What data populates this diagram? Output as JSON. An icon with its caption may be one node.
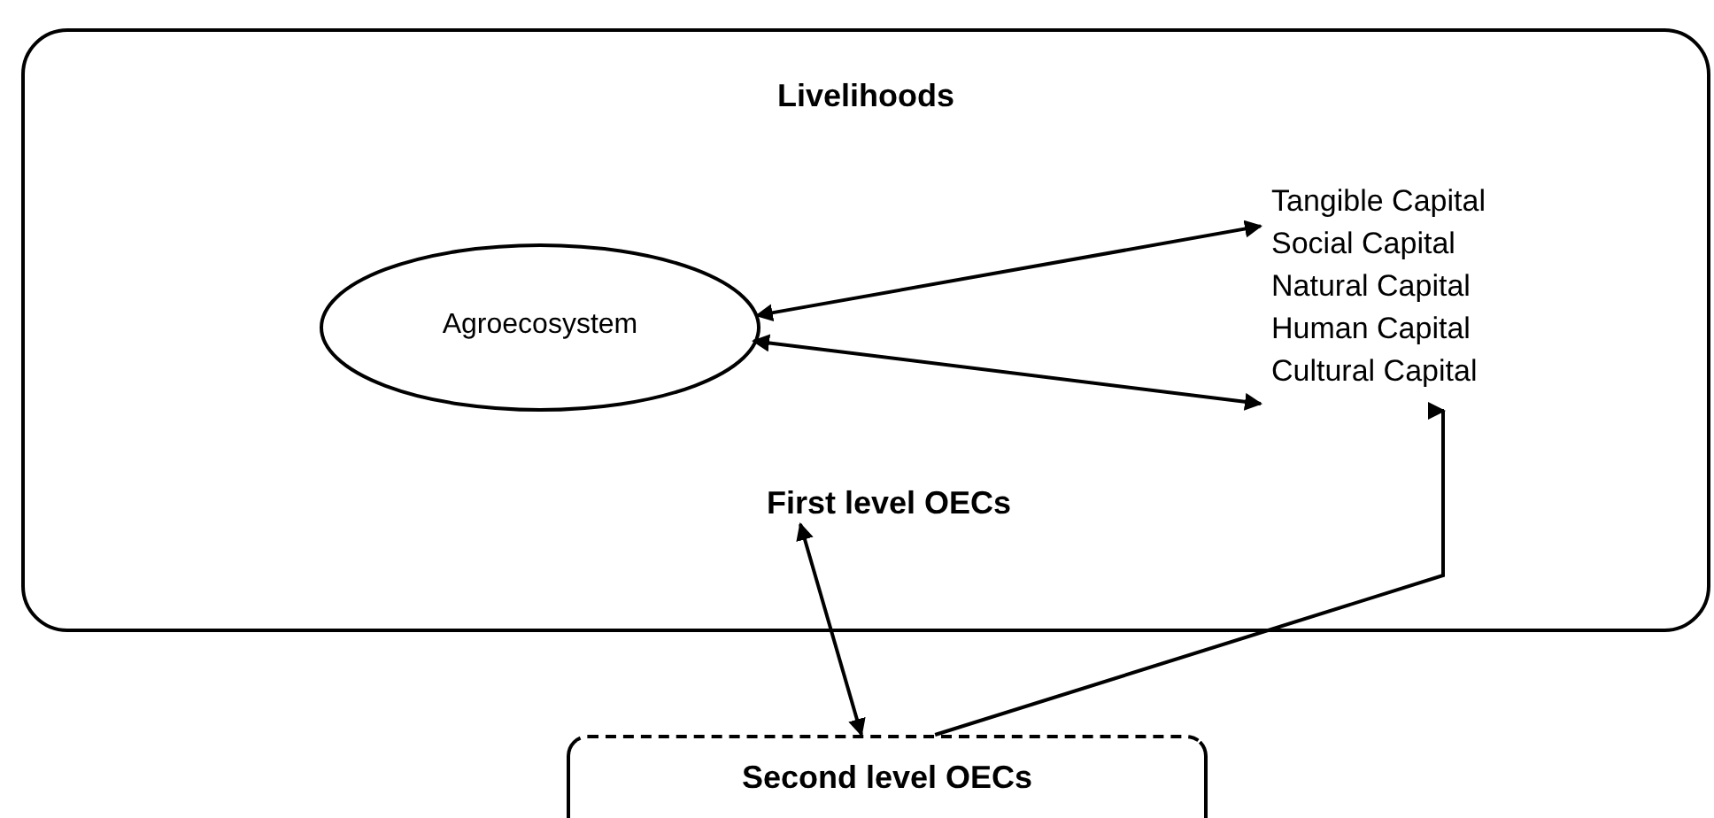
{
  "diagram": {
    "nodes": [
      {
        "text": [
          "Livelihoods"
        ]
      },
      {
        "text": [
          "Agroecosystem"
        ],
        "in": 0
      },
      {
        "text": [
          "Tangible Capital",
          "Social Capital",
          "Natural Capital",
          "Human Capital",
          "Cultural Capital"
        ],
        "in": 0
      },
      {
        "text": [
          "First level OECs"
        ],
        "in": 0
      },
      {
        "text": [
          "Second level OECs"
        ]
      }
    ],
    "edges": [
      {
        "from": 1,
        "to": 2,
        "arrow": "both"
      },
      {
        "from": 1,
        "to": 2,
        "arrow": "both"
      },
      {
        "from": 4,
        "to": 3,
        "arrow": "both"
      },
      {
        "from": 4,
        "to": 2,
        "arrow": "to"
      }
    ]
  }
}
